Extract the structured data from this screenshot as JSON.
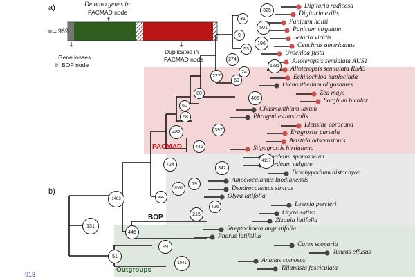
{
  "panel_a": {
    "label": "a)",
    "count": "n = 969",
    "caption_top": [
      "De novo genes in",
      "PACMAD node"
    ],
    "caption_right": [
      "Duplicated in",
      "PACMAD node"
    ],
    "caption_left": [
      "Gene losses",
      "in BOP node"
    ],
    "colors": {
      "gray": "#777777",
      "green": "#2f5f1e",
      "red": "#bb1414"
    }
  },
  "panel_b": {
    "label": "b)"
  },
  "clades": {
    "pacmad": {
      "name": "PACMAD",
      "color": "#c41a1a",
      "bg": "#f4d6d6"
    },
    "bop": {
      "name": "BOP",
      "bg": "#e9e9e9"
    },
    "outgroups": {
      "name": "Outgroups",
      "color": "#2f5a2f",
      "bg": "#dfe8df"
    }
  },
  "taxa": [
    {
      "name": "Digitaria radicosa",
      "tip": "red"
    },
    {
      "name": "Digitaria exilis",
      "tip": "red"
    },
    {
      "name": "Panicum hallii",
      "tip": "red"
    },
    {
      "name": "Panicum virgatum",
      "tip": "red"
    },
    {
      "name": "Setaria viridis",
      "tip": "red"
    },
    {
      "name": "Cenchrus americanus",
      "tip": "red"
    },
    {
      "name": "Urochloa fusta",
      "tip": "red"
    },
    {
      "name": "Alloteropsis semialata AUS1",
      "tip": "red"
    },
    {
      "name": "Alloteropsis semialata RSA5",
      "tip": "red"
    },
    {
      "name": "Echinochloa haploclada",
      "tip": "red"
    },
    {
      "name": "Dichanthelium oligosantes",
      "tip": "gray"
    },
    {
      "name": "Zea mays",
      "tip": "red"
    },
    {
      "name": "Sorghum bicolor",
      "tip": "red"
    },
    {
      "name": "Chasmanthium laxum",
      "tip": "gray"
    },
    {
      "name": "Phragmites australis",
      "tip": "gray"
    },
    {
      "name": "Eleusine coracana",
      "tip": "red"
    },
    {
      "name": "Eragrostis curvula",
      "tip": "red"
    },
    {
      "name": "Aristida adscensionis",
      "tip": "red"
    },
    {
      "name": "Stipagrostis hirtigluma",
      "tip": "red"
    },
    {
      "name": "Hordeum spontaneum",
      "tip": "gray"
    },
    {
      "name": "Hordeum vulgare",
      "tip": "gray"
    },
    {
      "name": "Brachypodium distachyon",
      "tip": "gray"
    },
    {
      "name": "Ampelocalamus luodianensis",
      "tip": "gray"
    },
    {
      "name": "Dendrocalamus sinicus",
      "tip": "gray"
    },
    {
      "name": "Olyra latifolia",
      "tip": "gray"
    },
    {
      "name": "Leersia perrieri",
      "tip": "gray"
    },
    {
      "name": "Oryza sativa",
      "tip": "gray"
    },
    {
      "name": "Zizania latifolia",
      "tip": "gray"
    },
    {
      "name": "Streptochaeta angustifolia",
      "tip": "gray"
    },
    {
      "name": "Pharus latifolius",
      "tip": "gray"
    },
    {
      "name": "Carex scoparia",
      "tip": "gray"
    },
    {
      "name": "Juncus effusus",
      "tip": "gray"
    },
    {
      "name": "Ananas comosus",
      "tip": "gray"
    },
    {
      "name": "Tillandsia fasciculata",
      "tip": "gray"
    }
  ],
  "nodes": [
    "325",
    "31",
    "501",
    "9",
    "196",
    "53",
    "274",
    "1831",
    "24",
    "69",
    "227",
    "406",
    "80",
    "60",
    "68",
    "482",
    "397",
    "446",
    "724",
    "4137",
    "342",
    "2089",
    "19",
    "44",
    "426",
    "215",
    "1483",
    "446",
    "99",
    "51",
    "1041",
    "131"
  ],
  "tip_colors": {
    "red": "#c95050",
    "gray": "#444444"
  },
  "corner_text": "918"
}
